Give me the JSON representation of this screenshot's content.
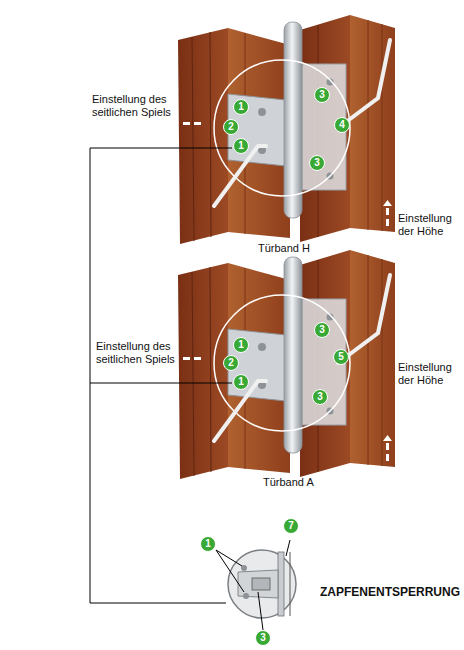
{
  "diagram": {
    "labels": [
      "Einstellung des seitlichen Spiels",
      "1",
      "2",
      "1",
      "3",
      "4",
      "3",
      "Einstellung der Höhe",
      "Türband H",
      "Einstellung des seitlichen Spiels",
      "1",
      "2",
      "1",
      "3",
      "5",
      "3",
      "Einstellung der Höhe",
      "Türband A",
      "1",
      "7",
      "3",
      "ZAPFENENTSPERRUNG"
    ]
  }
}
